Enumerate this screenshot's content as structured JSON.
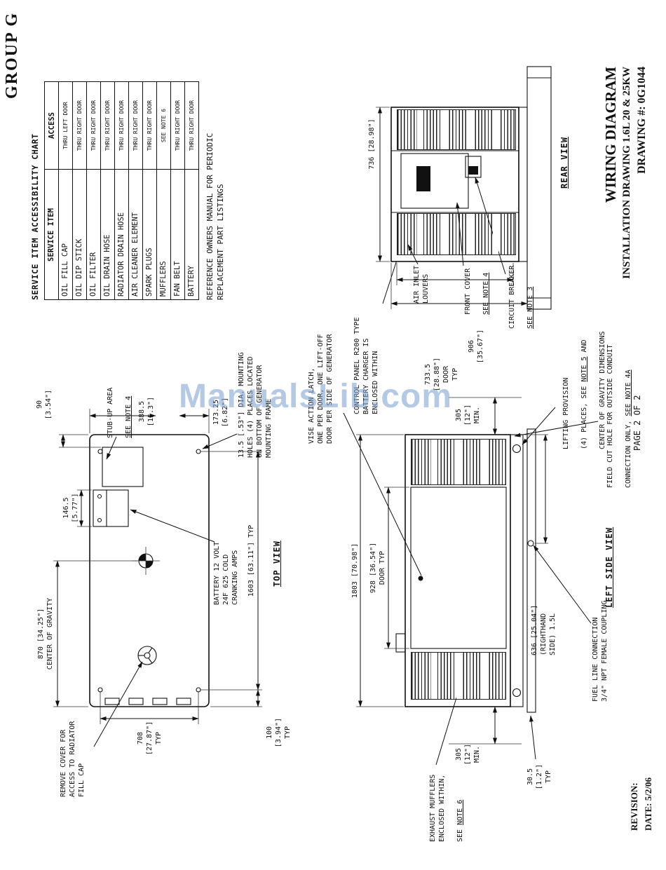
{
  "meta": {
    "group": "GROUP G",
    "page": "PAGE 2 OF 2",
    "revision_label": "REVISION:",
    "date_label": "DATE: 5/2/06"
  },
  "title_block": {
    "line1": "WIRING DIAGRAM",
    "line2": "INSTALLATION DRAWING 1.6L 20 & 25KW",
    "line3": "DRAWING #: 0G1044"
  },
  "watermark": "ManualsLib.com",
  "colors": {
    "watermark": "#7da2d0",
    "line": "#111111"
  },
  "views": {
    "top": "TOP VIEW",
    "left_side": "LEFT SIDE VIEW",
    "rear": "REAR VIEW"
  },
  "chart": {
    "title": "SERVICE ITEM ACCESSIBILITY CHART",
    "headers": {
      "item": "SERVICE ITEM",
      "access": "ACCESS"
    },
    "rows": [
      {
        "item": "OIL FILL CAP",
        "access": "THRU LEFT DOOR"
      },
      {
        "item": "OIL DIP STICK",
        "access": "THRU RIGHT DOOR"
      },
      {
        "item": "OIL FILTER",
        "access": "THRU RIGHT DOOR"
      },
      {
        "item": "OIL DRAIN HOSE",
        "access": "THRU RIGHT DOOR"
      },
      {
        "item": "RADIATOR DRAIN HOSE",
        "access": "THRU RIGHT DOOR"
      },
      {
        "item": "AIR CLEANER ELEMENT",
        "access": "THRU RIGHT DOOR"
      },
      {
        "item": "SPARK PLUGS",
        "access": "THRU RIGHT DOOR"
      },
      {
        "item": "MUFFLERS",
        "access": "SEE NOTE 6"
      },
      {
        "item": "FAN BELT",
        "access": "THRU RIGHT DOOR"
      },
      {
        "item": "BATTERY",
        "access": "THRU RIGHT DOOR"
      }
    ],
    "footnote": "REFERENCE OWNERS MANUAL FOR PERIODIC\nREPLACEMENT PART LISTINGS"
  },
  "labels": {
    "dim_90": "90\n[3.54\"]",
    "stub_up_l1": "STUB-UP AREA",
    "stub_up_l2": "SEE NOTE 4",
    "dim_388": "388.5\n[15.3\"]",
    "dim_173": "173.25\n[6.82\"]",
    "mounting_holes": "13.5 [.53\"] DIA. MOUNTING\nHOLES (4) PLACES LOCATED\nON BOTTOM OF GENERATOR\nMOUNTING FRAME",
    "dim_146": "146.5\n[5.77\"]",
    "battery": "BATTERY 12 VOLT\n24F 625 COLD\nCRANKING AMPS",
    "dim_1603": "1603 [63.11\"] TYP",
    "dim_870": "870 [34.25\"]\nCENTER OF GRAVITY",
    "remove_cover": "REMOVE COVER FOR\nACCESS TO RADIATOR\nFILL CAP",
    "dim_708": "708\n[27.87\"]\nTYP",
    "dim_100": "100\n[3.94\"]\nTYP",
    "vise": "VISE ACTION LATCH,\nONE PER DOOR, ONE LIFT-OFF\nDOOR PER SIDE OF GENERATOR",
    "control_panel": "CONTROL PANEL R200 TYPE\nBATTERY CHARGER IS\nENCLOSED WITHIN",
    "dim_733": "733.5\n[28.88\"]\nDOOR\nTYP",
    "dim_906": "906\n[35.67\"]",
    "dim_736": "736 [28.98\"]",
    "air_inlet": "AIR INLET\nLOUVERS",
    "front_cover_l1": "FRONT COVER",
    "front_cover_l2": "SEE NOTE 4",
    "circuit_breaker_l1": "CIRCUIT BREAKER",
    "circuit_breaker_l2": "SEE NOTE 3",
    "lifting_l1": "LIFTING PROVISION",
    "lifting_l2a": "(4) PLACES, SEE ",
    "lifting_l2b": "NOTE 5",
    "lifting_l2c": " AND",
    "lifting_l3": "CENTER OF GRAVITY DIMENSIONS",
    "field_cut_l1": "FIELD CUT HOLE FOR OUTSIDE CONDUIT",
    "field_cut_l2a": "CONNECTION ONLY, ",
    "field_cut_l2b": "SEE NOTE 4A",
    "dim_1803": "1803 [70.98\"]",
    "dim_928": "928 [36.54\"]\nDOOR TYP",
    "dim_305": "305\n[12\"]\nMIN.",
    "dim_30": "30.5\n[1.2\"]\nTYP",
    "dim_636": "636 [25.04\"]\n(RIGHTHAND\nSIDE) 1.5L",
    "fuel": "FUEL LINE CONNECTION\n3/4\" NPT FEMALE COUPLING",
    "exhaust_l1": "EXHAUST MUFFLERS\nENCLOSED WITHIN,",
    "exhaust_l2a": "SEE ",
    "exhaust_l2b": "NOTE 6"
  }
}
